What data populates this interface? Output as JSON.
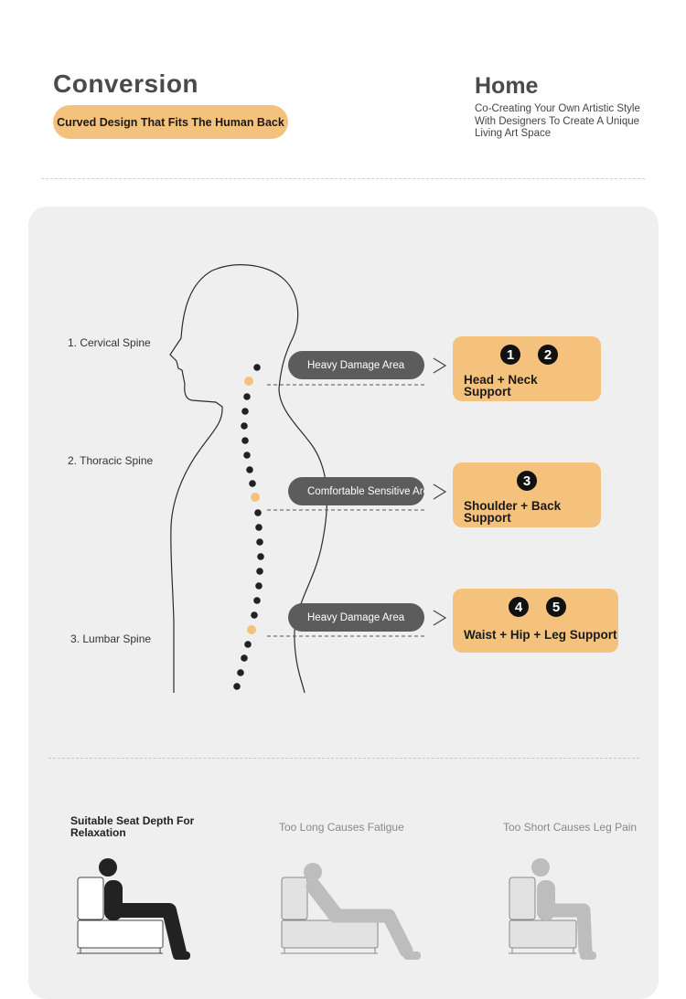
{
  "header": {
    "left_title": "Conversion",
    "left_tagline": "Curved Design That Fits The Human Back",
    "right_title": "Home",
    "right_description": "Co-Creating Your Own Artistic Style With Designers To Create A Unique Living Art Space"
  },
  "spine": {
    "labels": [
      "1. Cervical Spine",
      "2. Thoracic Spine",
      "3. Lumbar Spine"
    ]
  },
  "areas": [
    {
      "tag": "Heavy Damage Area",
      "numbers": [
        "1",
        "2"
      ],
      "support": "Head + Neck Support"
    },
    {
      "tag": "Comfortable Sensitive Area",
      "numbers": [
        "3"
      ],
      "support": "Shoulder + Back Support"
    },
    {
      "tag": "Heavy Damage Area",
      "numbers": [
        "4",
        "5"
      ],
      "support": "Waist + Hip + Leg Support"
    }
  ],
  "seating": [
    {
      "label": "Suitable Seat Depth For Relaxation"
    },
    {
      "label": "Too Long Causes Fatigue"
    },
    {
      "label": "Too Short Causes Leg Pain"
    }
  ],
  "colors": {
    "accent": "#f4c27c",
    "panel": "#efefef",
    "tag": "#5c5c5c"
  }
}
